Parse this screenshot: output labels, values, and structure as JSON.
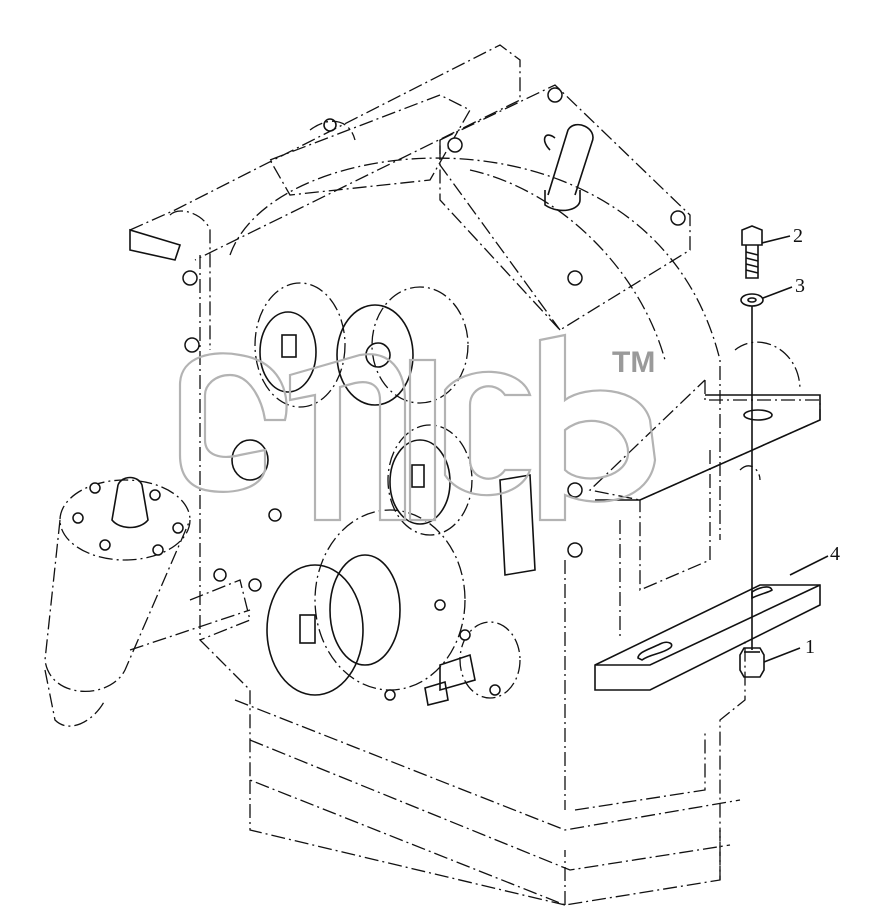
{
  "callouts": [
    {
      "id": "1",
      "label": "1"
    },
    {
      "id": "2",
      "label": "2"
    },
    {
      "id": "3",
      "label": "3"
    },
    {
      "id": "4",
      "label": "4"
    }
  ],
  "watermark": {
    "tm": "TM"
  },
  "colors": {
    "line": "#111111",
    "watermark": "#b3b3b3",
    "background": "#ffffff"
  }
}
